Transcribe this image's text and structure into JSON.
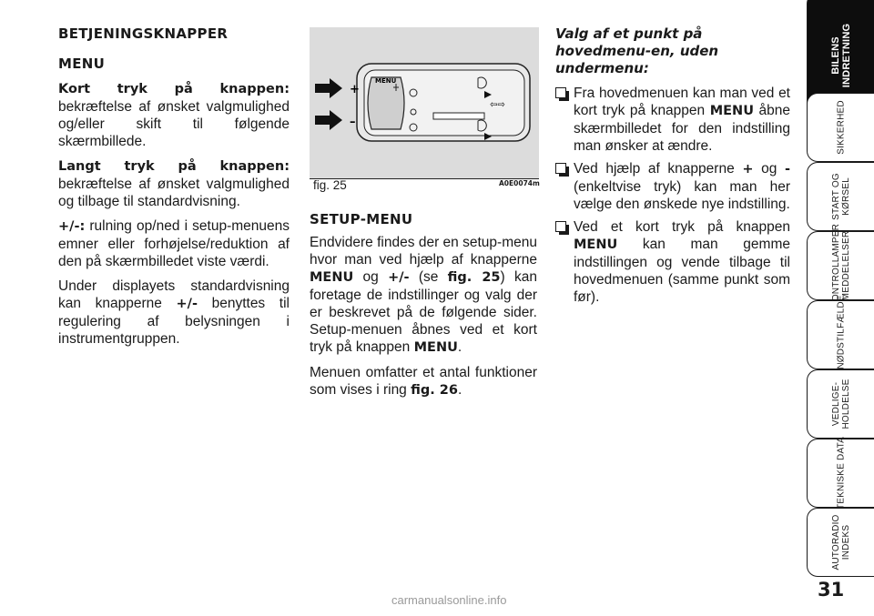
{
  "col1": {
    "heading": "BETJENINGSKNAPPER",
    "subheading": "MENU",
    "p1_bold": "Kort tryk på knappen:",
    "p1_text": " bekræftelse af ønsket valgmulighed og/eller skift til følgende skærmbillede.",
    "p2_bold": "Langt tryk på knappen:",
    "p2_text": " bekræftelse af ønsket valgmulighed og tilbage til standardvisning.",
    "p3_bold": "+/-:",
    "p3_text": " rulning op/ned i setup-menuens emner eller forhøjelse/reduktion af den på skærmbilledet viste værdi.",
    "p4_a": "Under displayets standardvisning kan knapperne ",
    "p4_bold": "+/-",
    "p4_b": " benyttes til regulering af belysningen i instrumentgruppen."
  },
  "figure": {
    "caption": "fig. 25",
    "code": "A0E0074m",
    "menu_label": "MENU",
    "plus": "+",
    "minus": "–"
  },
  "col2": {
    "heading": "SETUP-MENU",
    "p1_a": "Endvidere findes der en setup-menu hvor man ved hjælp af knapperne ",
    "p1_menu": "MENU",
    "p1_b": " og ",
    "p1_pm": "+/-",
    "p1_c": " (se ",
    "p1_fig": "fig. 25",
    "p1_d": ") kan foretage de indstillinger og valg der er beskrevet på de følgende sider. Setup-menuen åbnes ved et kort tryk på knappen ",
    "p1_menu2": "MENU",
    "p1_e": ".",
    "p2_a": "Menuen omfatter et antal funktioner som vises i ring ",
    "p2_fig": "fig. 26",
    "p2_b": "."
  },
  "col3": {
    "heading": "Valg af et punkt på hovedmenu-en, uden undermenu:",
    "b1_a": "Fra hovedmenuen kan man ved et kort tryk på knappen ",
    "b1_bold": "MENU",
    "b1_b": " åbne skærmbilledet for den indstilling man ønsker at ændre.",
    "b2_a": "Ved hjælp af knapperne ",
    "b2_plus": "+",
    "b2_b": " og ",
    "b2_minus": "-",
    "b2_c": " (enkeltvise tryk) kan man her vælge den ønskede nye indstilling.",
    "b3_a": "Ved et kort tryk på knappen ",
    "b3_bold": "MENU",
    "b3_b": " kan man gemme indstillingen og vende tilbage til hovedmenuen (samme punkt som før)."
  },
  "tabs": [
    {
      "label": "BILENS\nINDRETNING",
      "active": true
    },
    {
      "label": "SIKKERHED",
      "active": false
    },
    {
      "label": "START OG\nKØRSEL",
      "active": false
    },
    {
      "label": "KONTROLLAMPER\nMEDDELELSER",
      "active": false
    },
    {
      "label": "I NØDSTILFÆLDE",
      "active": false
    },
    {
      "label": "VEDLIGE-\nHOLDELSE",
      "active": false
    },
    {
      "label": "TEKNISKE DATA",
      "active": false
    },
    {
      "label": "AUTORADIO\nINDEKS",
      "active": false
    }
  ],
  "page_number": "31",
  "watermark": "carmanualsonline.info"
}
